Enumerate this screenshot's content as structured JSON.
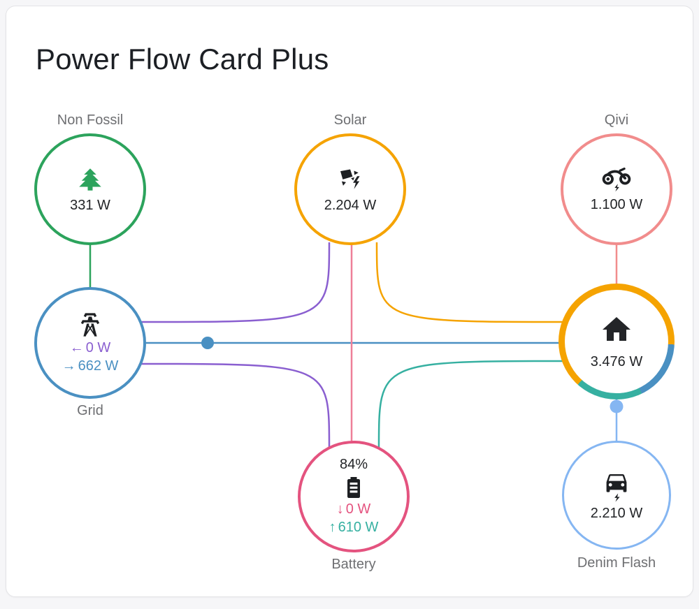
{
  "card": {
    "title": "Power Flow Card Plus"
  },
  "css_vars": {
    "color-page-bg": "#f6f6f8",
    "color-card-bg": "#ffffff",
    "color-card-border": "#e3e3e6",
    "color-text-primary": "#1c1f24",
    "color-text-secondary": "#6e6f72",
    "color-non-fossil": "#2ca35c",
    "color-solar": "#f5a301",
    "color-qivi": "#f18c8c",
    "color-grid": "#4a90c2",
    "color-purple": "#8a5fd0",
    "color-battery": "#e4537f",
    "color-battery-discharge": "#36b0a1",
    "color-solar-battery-line": "#ee7f98",
    "color-denim": "#85b6f2",
    "home-seg1": "93deg",
    "home-seg2": "154deg",
    "home-seg3": "222deg"
  },
  "nodes": {
    "non_fossil": {
      "label": "Non Fossil",
      "value": "331 W"
    },
    "solar": {
      "label": "Solar",
      "value": "2.204 W"
    },
    "qivi": {
      "label": "Qivi",
      "value": "1.100 W"
    },
    "grid": {
      "label": "Grid",
      "export": {
        "arrow": "←",
        "value": "0 W"
      },
      "import": {
        "arrow": "→",
        "value": "662 W"
      }
    },
    "home": {
      "value": "3.476 W",
      "ring_segments": [
        {
          "source": "solar",
          "color": "#f5a301",
          "from_deg": 222,
          "to_deg": 453
        },
        {
          "source": "grid",
          "color": "#4a90c2",
          "from_deg": 93,
          "to_deg": 154
        },
        {
          "source": "battery",
          "color": "#36b0a1",
          "from_deg": 154,
          "to_deg": 222
        }
      ]
    },
    "battery": {
      "label": "Battery",
      "soc": "84%",
      "charge": {
        "arrow": "↓",
        "value": "0 W"
      },
      "discharge": {
        "arrow": "↑",
        "value": "610 W"
      }
    },
    "denim_flash": {
      "label": "Denim Flash",
      "value": "2.210 W"
    }
  },
  "icons": {
    "non_fossil": "pine-tree-icon",
    "solar": "solar-power-icon",
    "qivi": "motorbike-electric-icon",
    "grid": "transmission-tower-icon",
    "home": "home-icon",
    "battery": "battery-icon",
    "denim_flash": "car-electric-icon"
  },
  "flows": [
    {
      "from": "non_fossil",
      "to": "grid",
      "color": "#2ca35c",
      "animated_dot": false
    },
    {
      "from": "solar",
      "to": "grid",
      "color": "#8a5fd0",
      "animated_dot": false
    },
    {
      "from": "solar",
      "to": "battery",
      "color": "#ee7f98",
      "animated_dot": false
    },
    {
      "from": "solar",
      "to": "home",
      "color": "#f5a301",
      "animated_dot": false
    },
    {
      "from": "grid",
      "to": "home",
      "color": "#4a90c2",
      "animated_dot": true
    },
    {
      "from": "grid",
      "to": "battery",
      "color": "#8a5fd0",
      "animated_dot": false
    },
    {
      "from": "battery",
      "to": "home",
      "color": "#36b0a1",
      "animated_dot": false
    },
    {
      "from": "qivi",
      "to": "home",
      "color": "#f18c8c",
      "animated_dot": false
    },
    {
      "from": "home",
      "to": "denim_flash",
      "color": "#85b6f2",
      "animated_dot": true
    }
  ]
}
